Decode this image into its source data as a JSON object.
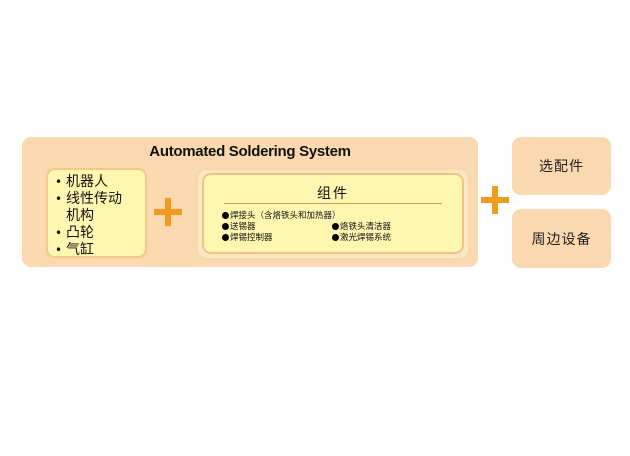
{
  "main": {
    "title": "Automated Soldering System",
    "left_items": [
      "机器人",
      "线性传​动机构",
      "凸轮",
      "气缸"
    ],
    "components": {
      "title": "组件",
      "items": [
        "焊接头（含烙铁头和加热器）",
        "送锡器",
        "烙铁头清洁器",
        "焊锡控制器",
        "激光焊锡系统"
      ]
    }
  },
  "side": {
    "top": "选配件",
    "bottom": "周边设备"
  },
  "colors": {
    "panel": "#fad9b0",
    "box_fill": "#fff7b0",
    "plus": "#f29a1f"
  },
  "icons": [
    "plus-icon",
    "bullet-dot-icon"
  ]
}
